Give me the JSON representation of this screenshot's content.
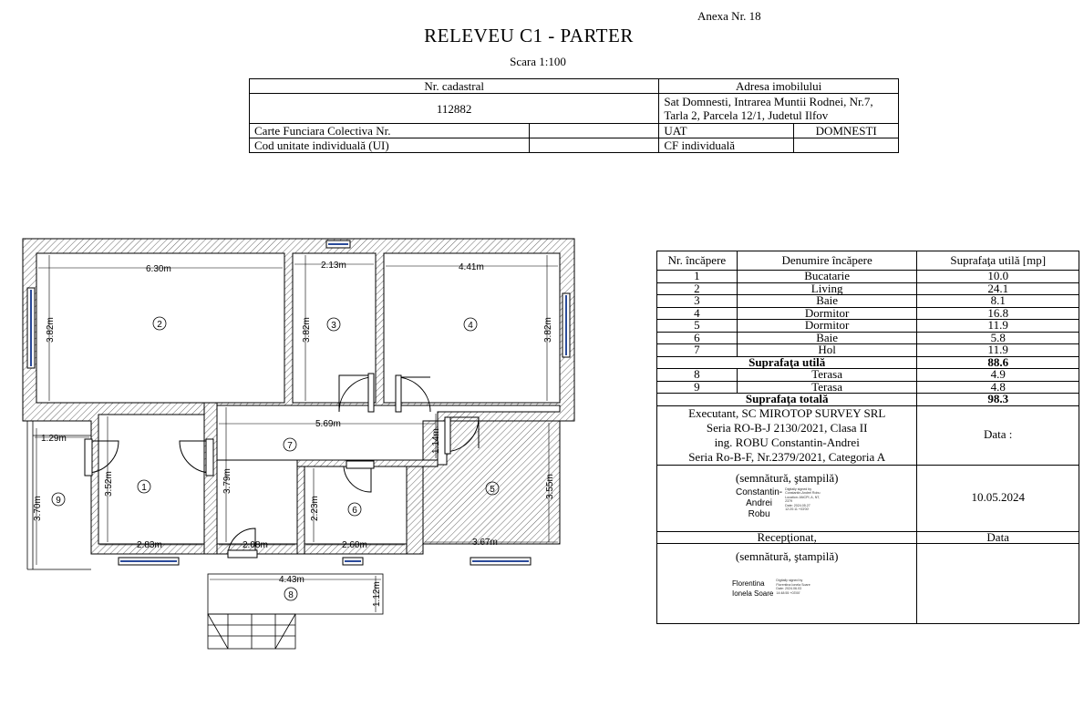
{
  "header": {
    "annex": "Anexa Nr. 18",
    "title": "RELEVEU C1 - PARTER",
    "scale": "Scara 1:100"
  },
  "cadastral_table": {
    "nr_cadastral_label": "Nr. cadastral",
    "adresa_label": "Adresa imobilului",
    "nr_cadastral_value": "112882",
    "adresa_value": "Sat Domnesti, Intrarea Muntii Rodnei, Nr.7, Tarla 2, Parcela 12/1, Judetul Ilfov",
    "carte_funciara_label": "Carte Funciara Colectiva Nr.",
    "uat_label": "UAT",
    "uat_value": "DOMNESTI",
    "cod_ui_label": "Cod unitate individuală (UI)",
    "cf_individuala_label": "CF individuală"
  },
  "rooms_table": {
    "headers": [
      "Nr. încăpere",
      "Denumire încăpere",
      "Suprafaţa utilă [mp]"
    ],
    "rooms": [
      {
        "nr": "1",
        "name": "Bucatarie",
        "area": "10.0"
      },
      {
        "nr": "2",
        "name": "Living",
        "area": "24.1"
      },
      {
        "nr": "3",
        "name": "Baie",
        "area": "8.1"
      },
      {
        "nr": "4",
        "name": "Dormitor",
        "area": "16.8"
      },
      {
        "nr": "5",
        "name": "Dormitor",
        "area": "11.9"
      },
      {
        "nr": "6",
        "name": "Baie",
        "area": "5.8"
      },
      {
        "nr": "7",
        "name": "Hol",
        "area": "11.9"
      }
    ],
    "useful_label": "Suprafaţa utilă",
    "useful_value": "88.6",
    "terraces": [
      {
        "nr": "8",
        "name": "Terasa",
        "area": "4.9"
      },
      {
        "nr": "9",
        "name": "Terasa",
        "area": "4.8"
      }
    ],
    "total_label": "Suprafaţa totală",
    "total_value": "98.3",
    "executant_lines": [
      "Executant, SC MIROTOP SURVEY SRL",
      "Seria RO-B-J 2130/2021, Clasa II",
      "ing. ROBU Constantin-Andrei",
      "Seria Ro-B-F, Nr.2379/2021, Categoria A"
    ],
    "data_label": "Data :",
    "signature_label": "(semnătură, ştampilă)",
    "date_value": "10.05.2024",
    "receptionat_label": "Recepţionat,",
    "data2_label": "Data",
    "signature2_label": "(semnătură, ştampilă)",
    "signer1": {
      "name_lines": [
        "Constantin-",
        "Andrei",
        "Robu"
      ],
      "cert_lines": [
        "Digitally signed by",
        "Constantin-Andrei Robu",
        "Location: ANCPI, A, NT,",
        "2379",
        "Date: 2024.05.27",
        "12:20:11 +03'00'"
      ]
    },
    "signer2": {
      "name_lines": [
        "Florentina",
        "Ionela Soare"
      ],
      "cert_lines": [
        "Digitally signed by",
        "Florentina Ionela Soare",
        "Date: 2024.06.03",
        "14:48:55 +03'00'"
      ]
    }
  },
  "plan": {
    "dimensions": {
      "d_6_30": "6.30m",
      "d_2_13": "2.13m",
      "d_4_41": "4.41m",
      "d_3_82_a": "3.82m",
      "d_3_82_b": "3.82m",
      "d_3_82_c": "3.82m",
      "d_5_69": "5.69m",
      "d_1_14": "1.14m",
      "d_1_29": "1.29m",
      "d_3_52": "3.52m",
      "d_3_79": "3.79m",
      "d_3_70": "3.70m",
      "d_2_23": "2.23m",
      "d_3_55": "3.55m",
      "d_2_83": "2.83m",
      "d_2_08": "2.08m",
      "d_2_60": "2.60m",
      "d_3_67": "3.67m",
      "d_4_43": "4.43m",
      "d_1_12": "1.12m"
    },
    "room_numbers": [
      "1",
      "2",
      "3",
      "4",
      "5",
      "6",
      "7",
      "8",
      "9"
    ]
  }
}
